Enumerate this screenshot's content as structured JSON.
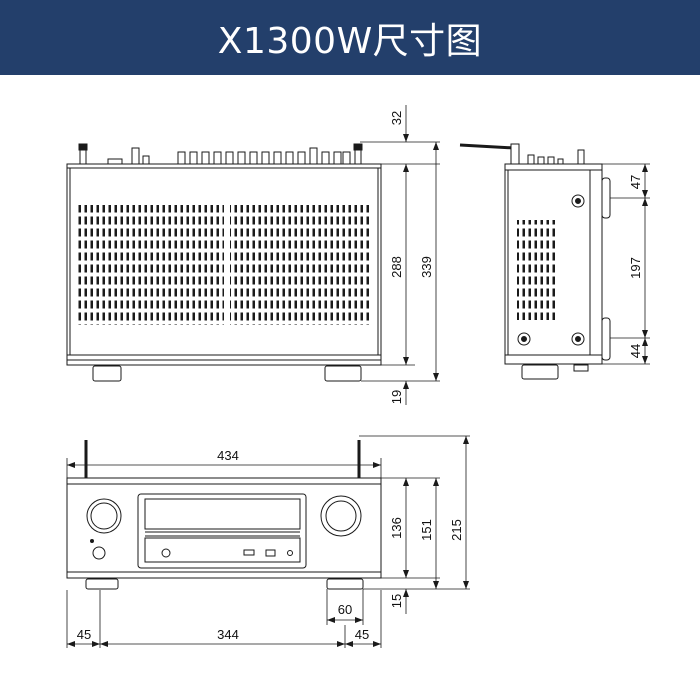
{
  "title": "X1300W尺寸图",
  "dims": {
    "top_antenna": "32",
    "top_body": "288",
    "top_total": "339",
    "top_foot": "19",
    "side_top": "47",
    "side_mid": "197",
    "side_bottom": "44",
    "front_width": "434",
    "front_h136": "136",
    "front_h151": "151",
    "front_h215": "215",
    "front_foot": "15",
    "front_foot_width": "60",
    "bottom_left": "45",
    "bottom_center": "344",
    "bottom_right": "45"
  }
}
